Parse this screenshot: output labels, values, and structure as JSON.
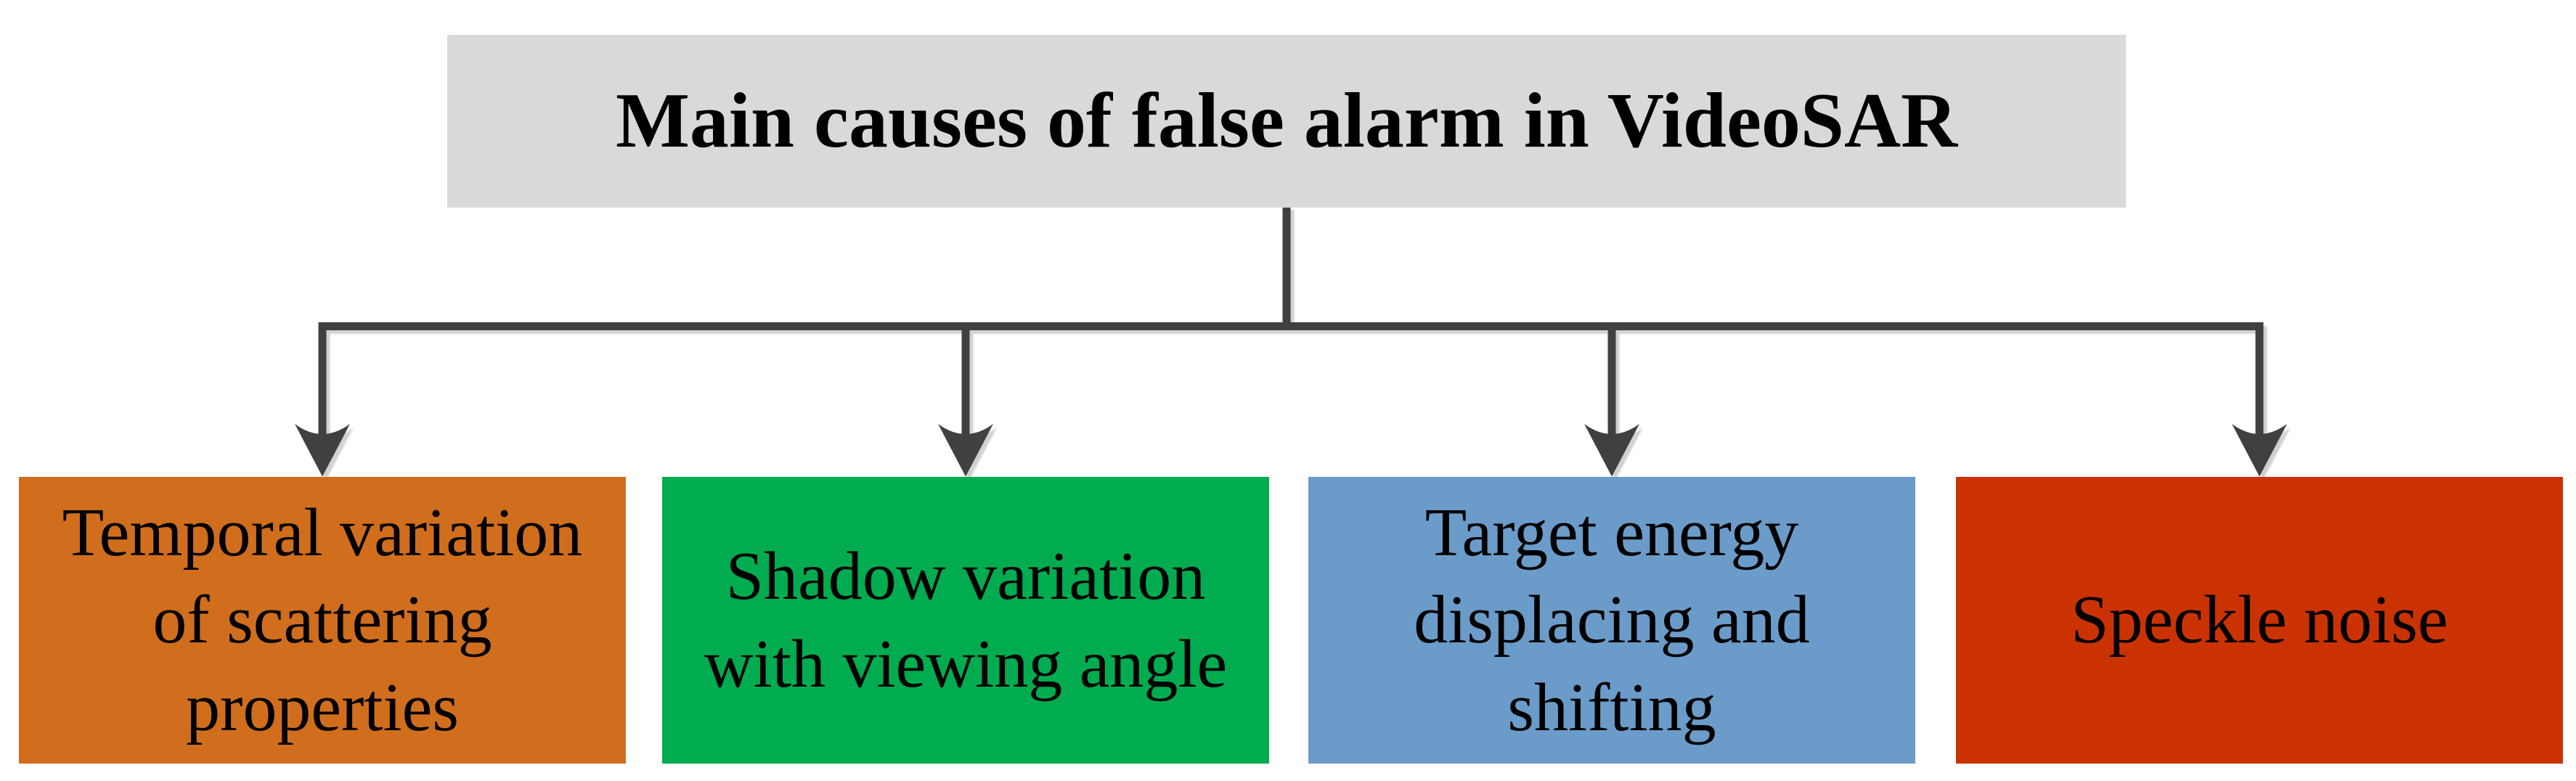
{
  "diagram": {
    "background_color": "#FFFFFF",
    "text_color": "#000000",
    "connector_color": "#3F3F3F",
    "title": {
      "label": "Main causes of false alarm in VideoSAR",
      "bg": "#D9D9D9"
    },
    "causes": [
      {
        "label": "Temporal variation\nof scattering\nproperties",
        "bg": "#D06E1E"
      },
      {
        "label": "Shadow variation\nwith viewing angle",
        "bg": "#00AC4F"
      },
      {
        "label": "Target energy\ndisplacing and\nshifting",
        "bg": "#6B9CC9"
      },
      {
        "label": "Speckle noise",
        "bg": "#CA3301"
      }
    ]
  }
}
